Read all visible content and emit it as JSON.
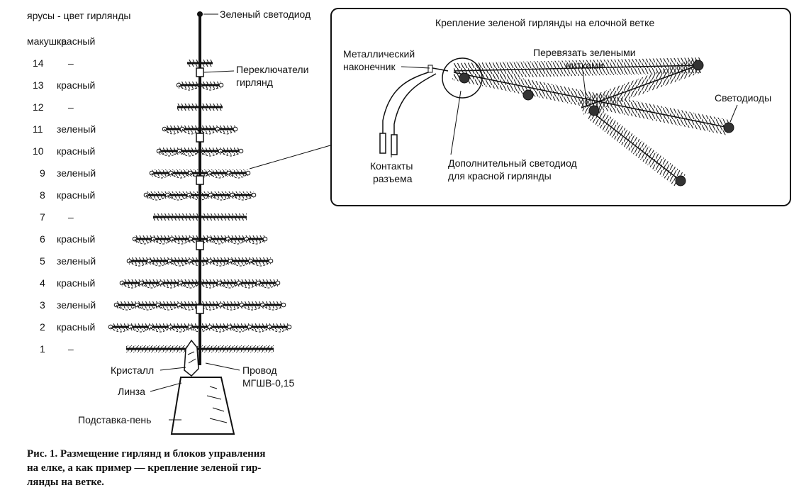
{
  "legend_header": "ярусы - цвет гирлянды",
  "tiers": [
    {
      "num": "макушка",
      "color": "красный"
    },
    {
      "num": "14",
      "color": "–"
    },
    {
      "num": "13",
      "color": "красный"
    },
    {
      "num": "12",
      "color": "–"
    },
    {
      "num": "11",
      "color": "зеленый"
    },
    {
      "num": "10",
      "color": "красный"
    },
    {
      "num": "9",
      "color": "зеленый"
    },
    {
      "num": "8",
      "color": "красный"
    },
    {
      "num": "7",
      "color": "–"
    },
    {
      "num": "6",
      "color": "красный"
    },
    {
      "num": "5",
      "color": "зеленый"
    },
    {
      "num": "4",
      "color": "красный"
    },
    {
      "num": "3",
      "color": "зеленый"
    },
    {
      "num": "2",
      "color": "красный"
    },
    {
      "num": "1",
      "color": "–"
    }
  ],
  "tree_labels": {
    "top_led": "Зеленый светодиод",
    "switches_l1": "Переключатели",
    "switches_l2": "гирлянд",
    "crystal": "Кристалл",
    "lens": "Линза",
    "wire_l1": "Провод",
    "wire_l2": "МГШВ-0,15",
    "stand": "Подставка-пень"
  },
  "inset": {
    "title": "Крепление зеленой гирлянды на елочной ветке",
    "tip_l1": "Металлический",
    "tip_l2": "наконечник",
    "tie_l1": "Перевязать зелеными",
    "tie_l2": "нитками",
    "leds": "Светодиоды",
    "contacts_l1": "Контакты",
    "contacts_l2": "разъема",
    "extra_l1": "Дополнительный светодиод",
    "extra_l2": "для красной гирлянды"
  },
  "caption": {
    "line1": "Рис. 1. Размещение гирлянд и блоков управления",
    "line2": "на елке, а как пример — крепление зеленой гир-",
    "line3": "лянды на ветке."
  }
}
